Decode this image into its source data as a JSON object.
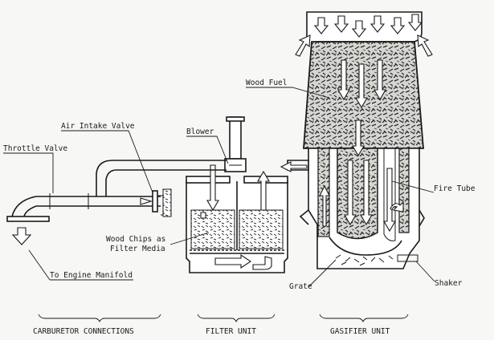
{
  "diagram": {
    "labels": {
      "throttle_valve": "Throttle Valve",
      "air_intake_valve": "Air Intake Valve",
      "blower": "Blower",
      "wood_fuel": "Wood Fuel",
      "fire_tube": "Fire Tube",
      "wood_chips_line1": "Wood Chips as",
      "wood_chips_line2": "Filter Media",
      "to_engine_manifold": "To Engine Manifold",
      "grate": "Grate",
      "shaker": "Shaker"
    },
    "sections": {
      "carburetor": "CARBURETOR CONNECTIONS",
      "filter": "FILTER UNIT",
      "gasifier": "GASIFIER UNIT"
    }
  }
}
